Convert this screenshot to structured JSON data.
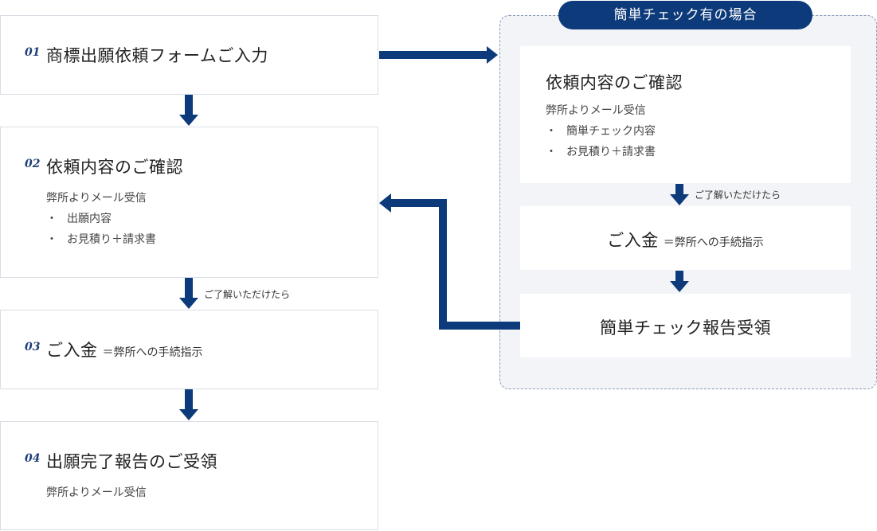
{
  "colors": {
    "accent": "#0d3a7a",
    "panel_bg": "#f2f4f7",
    "box_border": "#d9dee5"
  },
  "steps": [
    {
      "num": "01",
      "title": "商標出願依頼フォームご入力"
    },
    {
      "num": "02",
      "title": "依頼内容のご確認",
      "line": "弊所よりメール受信",
      "bullets": [
        "出願内容",
        "お見積り＋請求書"
      ]
    },
    {
      "num": "03",
      "title": "ご入金",
      "sub": "＝弊所への手続指示"
    },
    {
      "num": "04",
      "title": "出願完了報告のご受領",
      "line": "弊所よりメール受信"
    }
  ],
  "note_after_02": "ご了解いただけたら",
  "panel": {
    "label": "簡単チェック有の場合",
    "confirm": {
      "title": "依頼内容のご確認",
      "line": "弊所よりメール受信",
      "bullets": [
        "簡単チェック内容",
        "お見積り＋請求書"
      ]
    },
    "note": "ご了解いただけたら",
    "payment": {
      "title": "ご入金",
      "sub": "＝弊所への手続指示"
    },
    "report": {
      "title": "簡単チェック報告受領"
    }
  },
  "bullet_mark": "・"
}
